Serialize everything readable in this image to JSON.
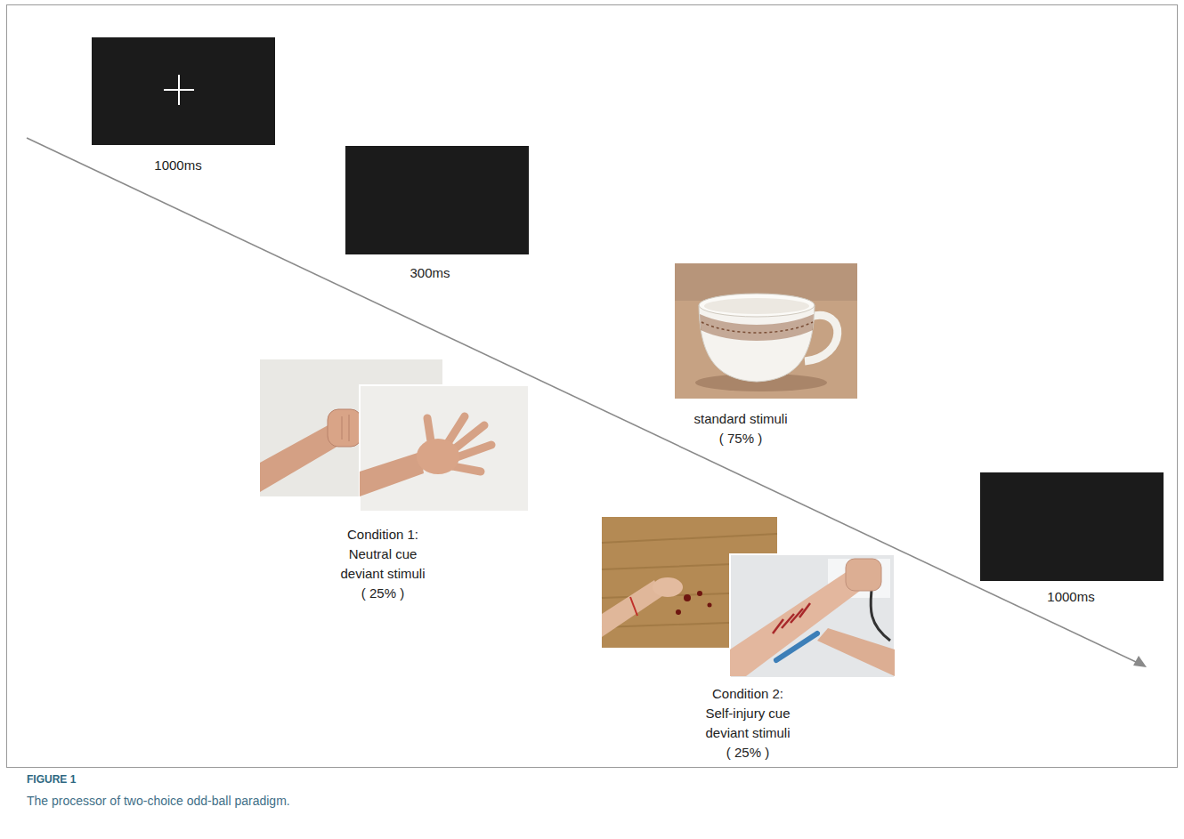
{
  "diagram": {
    "caption": "The processor of two-choice odd-ball paradigm.",
    "nodes": [
      {
        "text": [
          "1000ms"
        ]
      },
      {
        "text": [
          "300ms"
        ]
      },
      {
        "text": [
          "standard stimuli ( 75% )"
        ]
      },
      {
        "text": [
          "Condition 1: Neutral cue deviant stimuli ( 25% )"
        ]
      },
      {
        "text": [
          "Condition 2: Self-injury cue deviant stimuli ( 25% )"
        ]
      },
      {
        "text": [
          "1000ms"
        ]
      }
    ],
    "labels": [
      "FIGURE 1"
    ]
  }
}
